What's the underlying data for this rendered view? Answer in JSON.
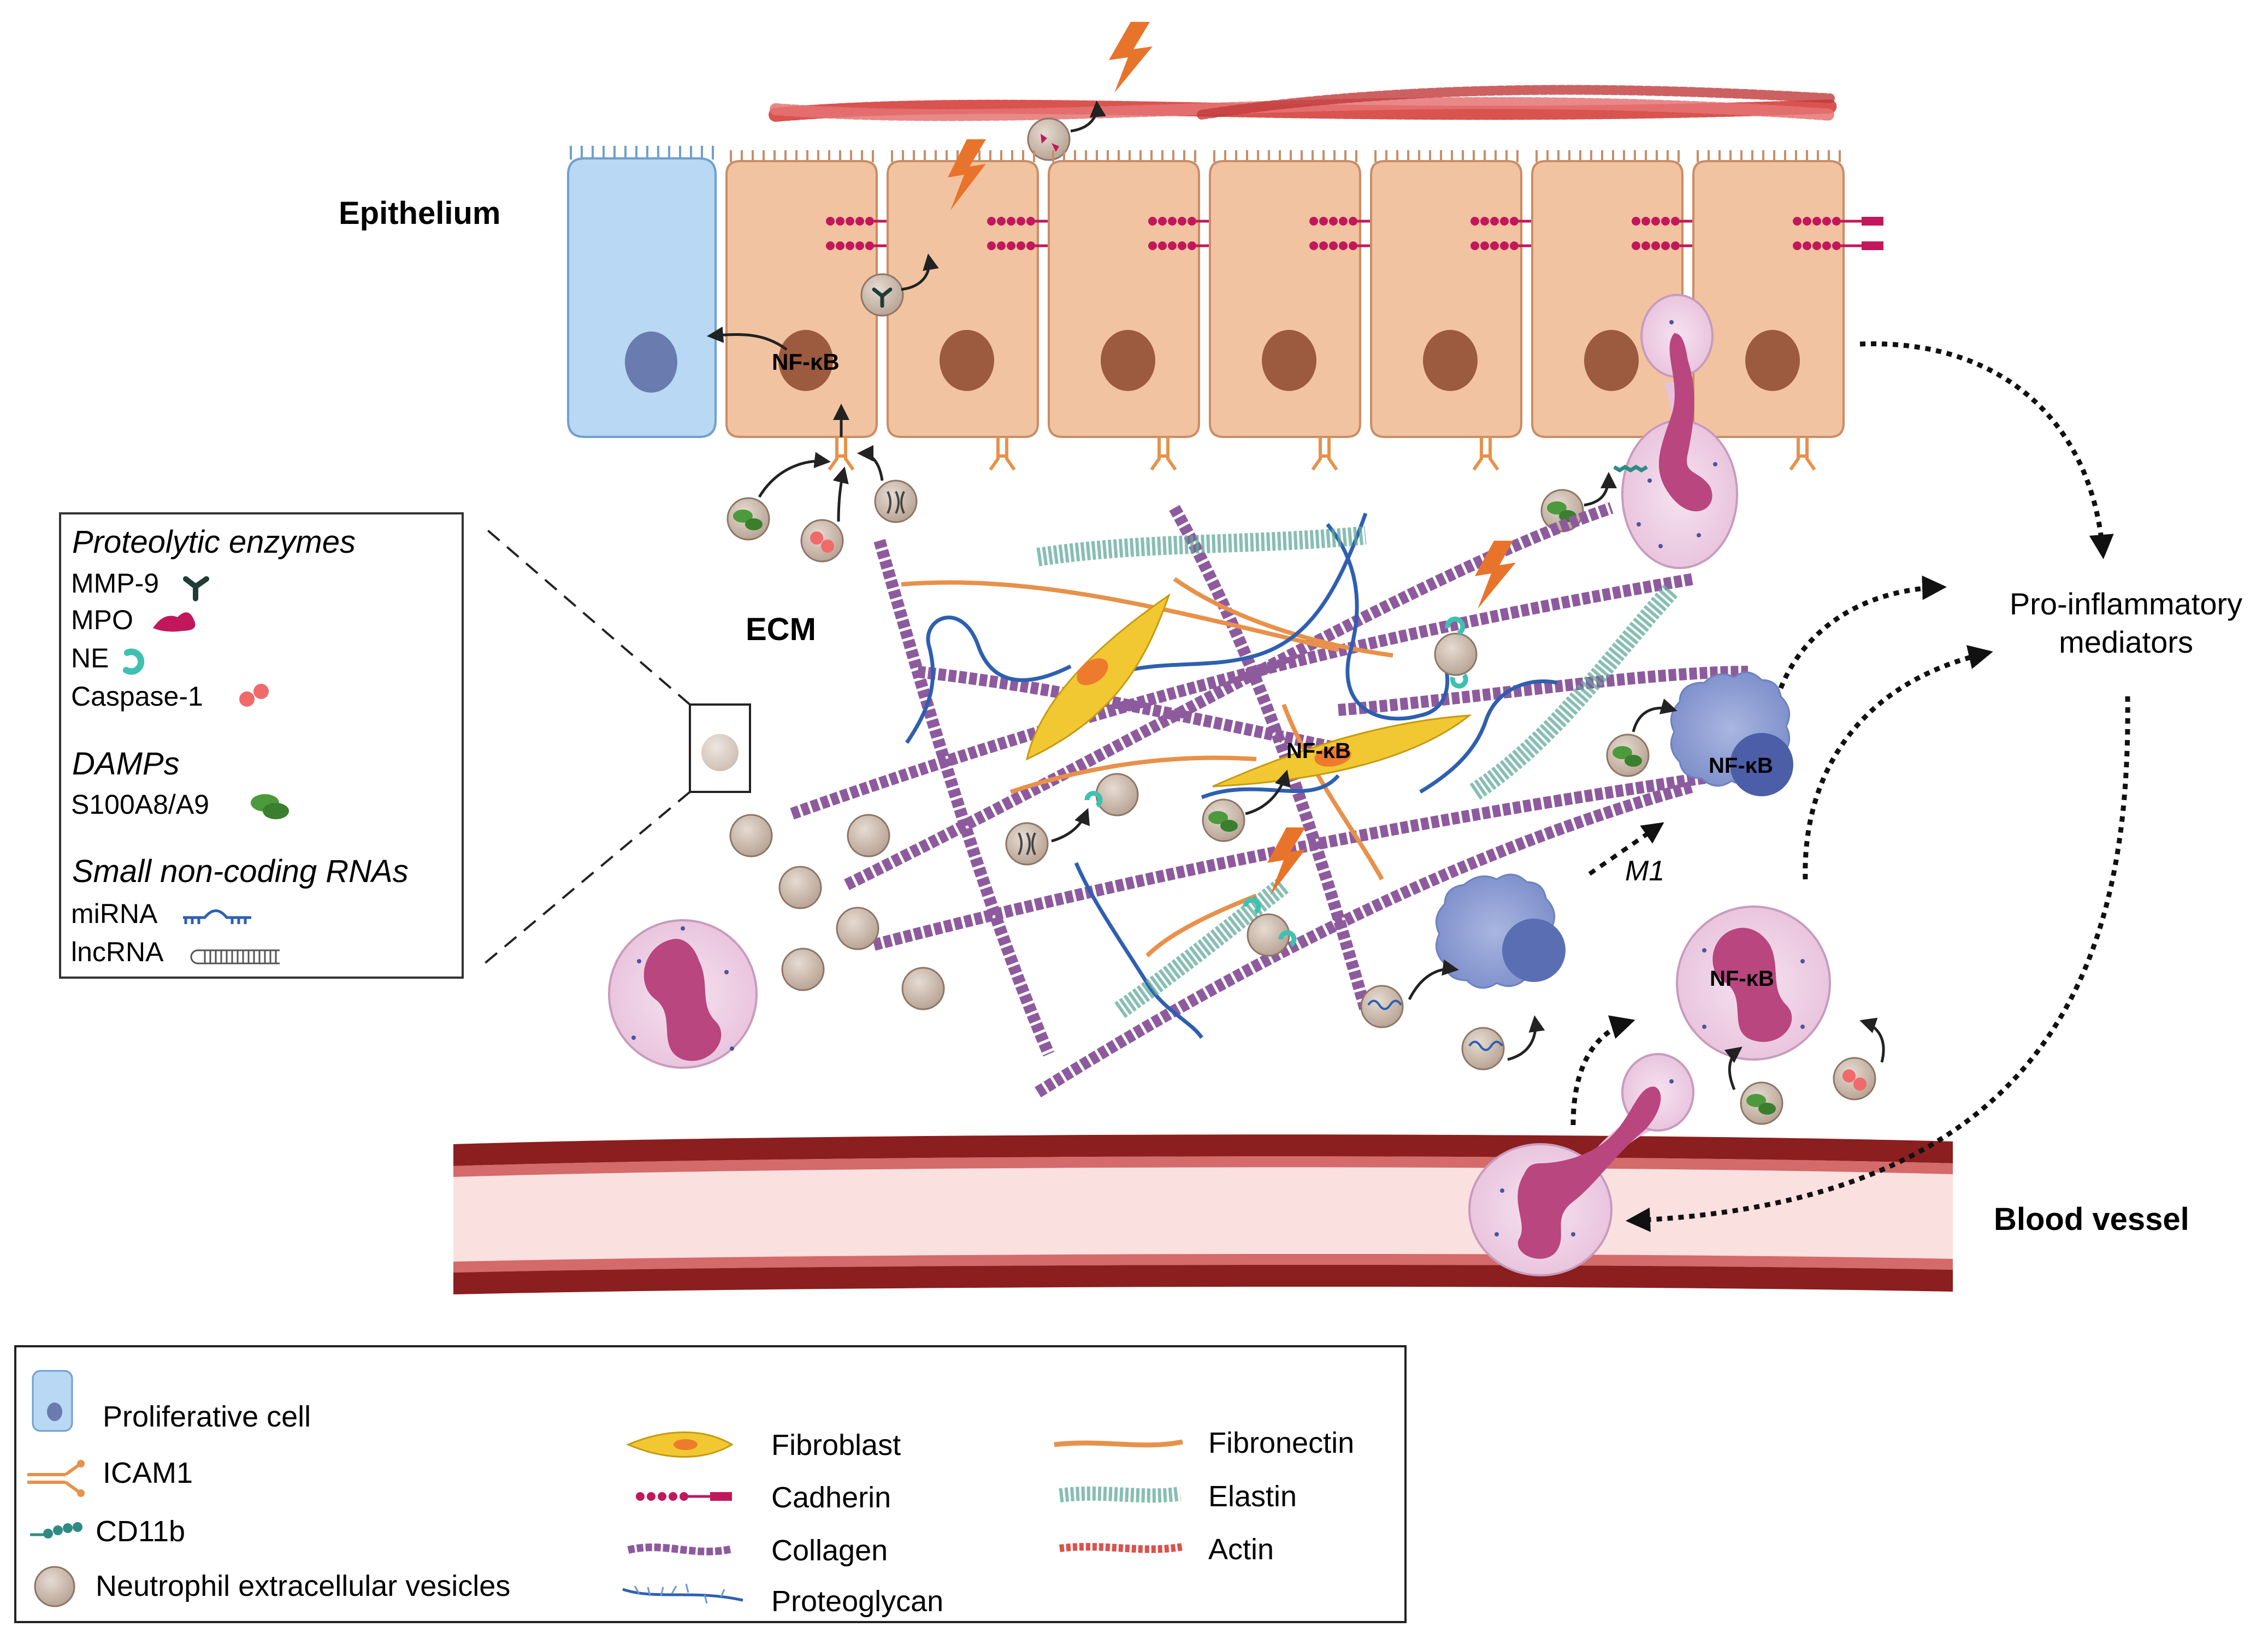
{
  "labels": {
    "epithelium": "Epithelium",
    "ecm": "ECM",
    "blood_vessel": "Blood vessel",
    "pro_inflammatory_line1": "Pro-inflammatory",
    "pro_inflammatory_line2": "mediators",
    "nfkb": "NF-κB",
    "m1": "M1"
  },
  "inset": {
    "groups": [
      {
        "title": "Proteolytic enzymes",
        "items": [
          {
            "label": "MMP-9",
            "icon": "mmp9-icon"
          },
          {
            "label": "MPO",
            "icon": "mpo-icon"
          },
          {
            "label": "NE",
            "icon": "ne-icon"
          },
          {
            "label": "Caspase-1",
            "icon": "caspase1-icon"
          }
        ]
      },
      {
        "title": "DAMPs",
        "items": [
          {
            "label": "S100A8/A9",
            "icon": "s100a8a9-icon"
          }
        ]
      },
      {
        "title": "Small non-coding RNAs",
        "items": [
          {
            "label": "miRNA",
            "icon": "mirna-icon"
          },
          {
            "label": "lncRNA",
            "icon": "lncrna-icon"
          }
        ]
      }
    ]
  },
  "legend": {
    "col1": [
      "Proliferative cell",
      "ICAM1",
      "CD11b",
      "Neutrophil extracellular vesicles"
    ],
    "col2": [
      "Fibroblast",
      "Cadherin",
      "Collagen",
      "Proteoglycan"
    ],
    "col3": [
      "Fibronectin",
      "Elastin",
      "Actin"
    ]
  },
  "colors": {
    "epithelial_cell": "#f2c3a0",
    "epithelial_nucleus": "#9c5b3e",
    "proliferative_cell": "#b8d8f3",
    "proliferative_nucleus": "#6a7bb0",
    "cadherin": "#c2185b",
    "collagen": "#8e5a9e",
    "fibronectin": "#e8914a",
    "proteoglycan": "#2e5fb0",
    "elastin": "#5fa89a",
    "actin": "#d9534f",
    "fibroblast": "#f2c832",
    "macrophage": "#8fa1d6",
    "neutrophil": "#f0d3ea",
    "neutrophil_nucleus": "#b9467e",
    "vesicle": "#c9b6a8",
    "vessel_wall": "#8b1e1e",
    "vessel_lumen": "#fbe0e0",
    "damp": "#4c9a3c",
    "lightning": "#e8742c"
  }
}
